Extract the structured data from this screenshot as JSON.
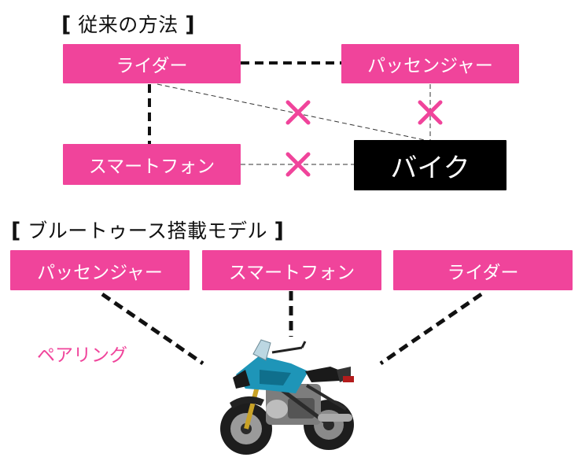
{
  "colors": {
    "accent": "#f0449b",
    "dark": "#000000",
    "line": "#111111"
  },
  "traditional": {
    "title": "従来の方法",
    "rider": "ライダー",
    "passenger": "パッセンジャー",
    "smartphone": "スマートフォン",
    "bike": "バイク"
  },
  "bluetooth": {
    "title": "ブルートゥース搭載モデル",
    "passenger": "パッセンジャー",
    "smartphone": "スマートフォン",
    "rider": "ライダー",
    "pairing_label": "ペアリング"
  },
  "icons": {
    "cross": "cross-icon",
    "motorcycle": "motorcycle-image"
  }
}
